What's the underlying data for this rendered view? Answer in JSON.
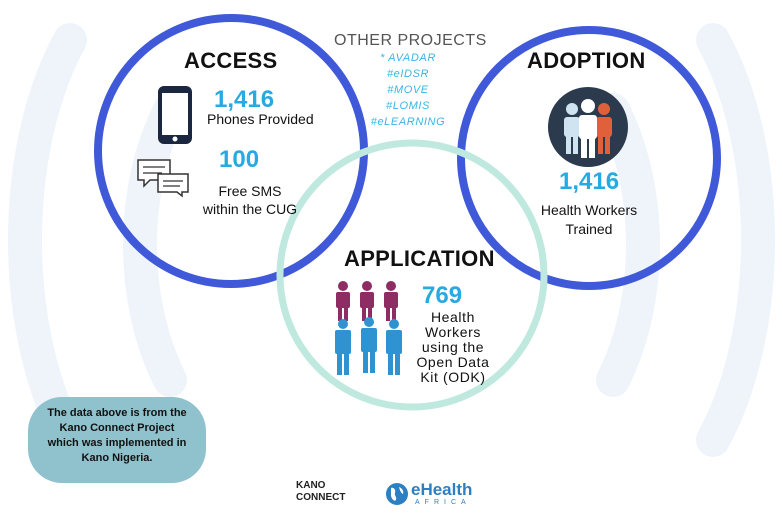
{
  "colors": {
    "circle_access": "#3f59d9",
    "circle_adoption": "#3f59d9",
    "circle_application": "#bfe9df",
    "accent_number": "#27a9e1",
    "background_waves": "#eef4fa",
    "note_bg": "#8fc2cc",
    "figure_purple": "#8e2c63",
    "figure_blue": "#2f93d1",
    "figure_orange": "#e0603a"
  },
  "access": {
    "title": "ACCESS",
    "phones_value": "1,416",
    "phones_label": "Phones Provided",
    "sms_value": "100",
    "sms_label_line1": "Free SMS",
    "sms_label_line2": "within the CUG",
    "phone_icon": "smartphone-icon",
    "sms_icon": "chat-bubbles-icon"
  },
  "other_projects": {
    "title": "OTHER PROJECTS",
    "items": [
      "* AVADAR",
      "#eIDSR",
      "#MOVE",
      "#LOMIS",
      "#eLEARNING"
    ]
  },
  "adoption": {
    "title": "ADOPTION",
    "value": "1,416",
    "label_line1": "Health Workers",
    "label_line2": "Trained",
    "icon": "people-group-icon"
  },
  "application": {
    "title": "APPLICATION",
    "value": "769",
    "label_lines": [
      "Health",
      "Workers",
      "using the",
      "Open Data",
      "Kit (ODK)"
    ],
    "icon": "people-figures-icon"
  },
  "note": {
    "lines": [
      "The data above is from the",
      "Kano Connect Project",
      "which was implemented in",
      "Kano Nigeria."
    ]
  },
  "logos": {
    "kano_line1": "KANO",
    "kano_line2": "CONNECT",
    "ehealth_name": "eHealth",
    "ehealth_sub": "AFRICA"
  }
}
